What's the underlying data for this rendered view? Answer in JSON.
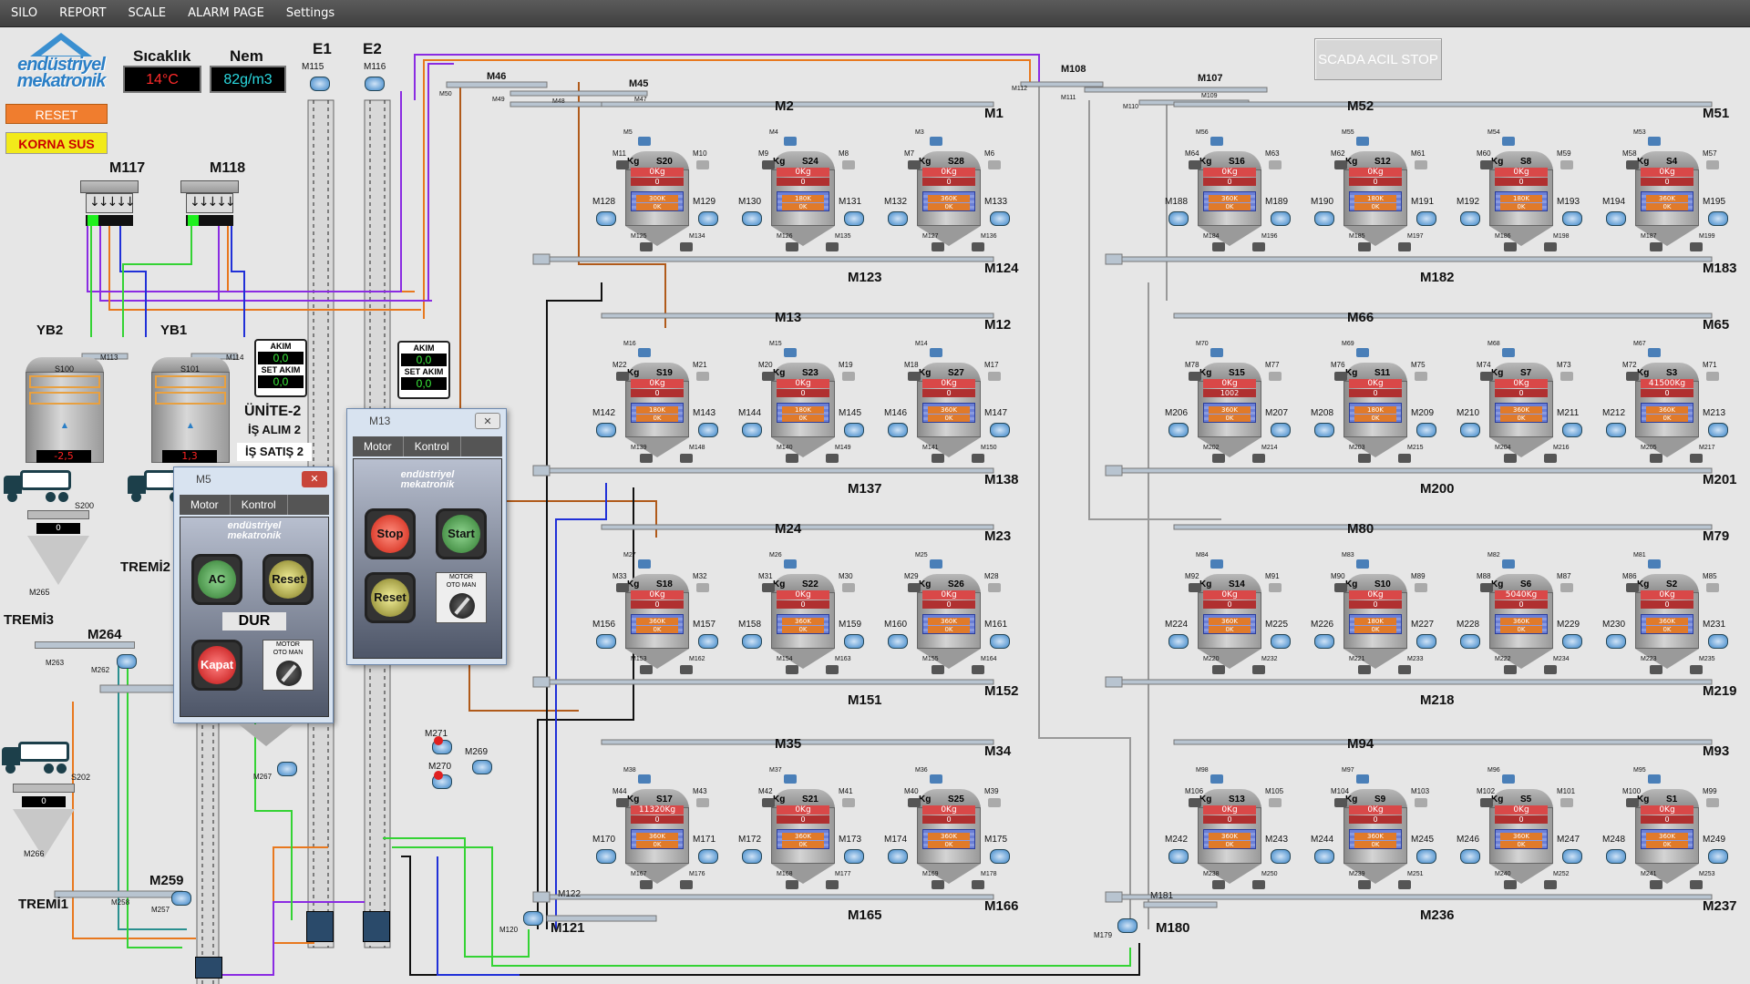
{
  "menu": [
    "SILO",
    "REPORT",
    "SCALE",
    "ALARM PAGE",
    "Settings"
  ],
  "logo": {
    "line1": "endüstriyel",
    "line2": "mekatronik"
  },
  "env": {
    "temp_label": "Sıcaklık",
    "temp_value": "14°C",
    "hum_label": "Nem",
    "hum_value": "82g/m3"
  },
  "buttons": {
    "reset": "RESET",
    "horn": "KORNA SUS",
    "scada_stop": "SCADA ACIL STOP"
  },
  "colors": {
    "purple": "#8a2be2",
    "orange": "#e8781e",
    "green": "#34d334",
    "blue": "#2030d8",
    "black": "#111111",
    "teal": "#2a9090",
    "gray": "#999999",
    "brown": "#b05a1a"
  },
  "elevators": {
    "e1": "E1",
    "e2": "E2",
    "m115": "M115",
    "m116": "M116"
  },
  "top_feed": {
    "m117": "M117",
    "m118": "M118"
  },
  "yb": [
    {
      "name": "YB2",
      "silo": "S100",
      "value": "-2,5",
      "motor": "M113"
    },
    {
      "name": "YB1",
      "silo": "S101",
      "value": "1,3",
      "motor": "M114"
    }
  ],
  "akim1": {
    "title": "AKIM",
    "value": "0,0",
    "set_title": "SET AKIM",
    "set_value": "0,0"
  },
  "akim2": {
    "title": "AKIM",
    "value": "0,0",
    "set_title": "SET AKIM",
    "set_value": "0,0"
  },
  "unite": {
    "title": "ÜNİTE-2",
    "alim": "İŞ ALIM 2",
    "satis": "İŞ SATIŞ 2"
  },
  "tremi": {
    "t1": "TREMİ1",
    "t2": "TREMİ2",
    "t3": "TREMİ3",
    "s200": "S200",
    "s202": "S202",
    "m265": "M265",
    "m266": "M266",
    "hopper_val": "0"
  },
  "conveyors_left": {
    "m264": "M264",
    "m263": "M263",
    "m262": "M262",
    "m259": "M259",
    "m258": "M258",
    "m257": "M257",
    "m267": "M267"
  },
  "misc": {
    "m271": "M271",
    "m269": "M269",
    "m270": "M270",
    "m120": "M120",
    "m121": "M121",
    "m122": "M122",
    "m179": "M179",
    "m180": "M180",
    "m181": "M181"
  },
  "top_line": {
    "m46": "M46",
    "m45": "M45",
    "m50": "M50",
    "m49": "M49",
    "m48": "M48",
    "m47": "M47",
    "m108": "M108",
    "m107": "M107",
    "m112": "M112",
    "m111": "M111",
    "m110": "M110",
    "m109": "M109"
  },
  "dialog_m5": {
    "title": "M5",
    "tab1": "Motor",
    "tab2": "Kontrol",
    "ac": "AC",
    "reset": "Reset",
    "state": "DUR",
    "kapat": "Kapat",
    "sel_title": "MOTOR",
    "oto": "OTO",
    "man": "MAN",
    "logo1": "endüstriyel",
    "logo2": "mekatronik",
    "close": "✕"
  },
  "dialog_m13": {
    "title": "M13",
    "tab1": "Motor",
    "tab2": "Kontrol",
    "stop": "Stop",
    "start": "Start",
    "reset": "Reset",
    "sel_title": "MOTOR",
    "oto": "OTO",
    "man": "MAN",
    "logo1": "endüstriyel",
    "logo2": "mekatronik",
    "close": "✕"
  },
  "kg_label": "Kg",
  "silos": [
    {
      "s": "S20",
      "w": "0Kg",
      "z": "0",
      "c": "300K",
      "c2": "0K",
      "ml": "M128",
      "mr": "M129",
      "tl": "M11",
      "tr": "M10",
      "bl": "M125",
      "br": "M134"
    },
    {
      "s": "S24",
      "w": "0Kg",
      "z": "0",
      "c": "180K",
      "c2": "0K",
      "ml": "M130",
      "mr": "M131",
      "tl": "M9",
      "tr": "M8",
      "bl": "M126",
      "br": "M135"
    },
    {
      "s": "S28",
      "w": "0Kg",
      "z": "0",
      "c": "360K",
      "c2": "0K",
      "ml": "M132",
      "mr": "M133",
      "tl": "M7",
      "tr": "M6",
      "bl": "M127",
      "br": "M136"
    },
    {
      "s": "S16",
      "w": "0Kg",
      "z": "0",
      "c": "360K",
      "c2": "0K",
      "ml": "M188",
      "mr": "M189",
      "tl": "M64",
      "tr": "M63",
      "bl": "M184",
      "br": "M196"
    },
    {
      "s": "S12",
      "w": "0Kg",
      "z": "0",
      "c": "180K",
      "c2": "0K",
      "ml": "M190",
      "mr": "M191",
      "tl": "M62",
      "tr": "M61",
      "bl": "M185",
      "br": "M197"
    },
    {
      "s": "S8",
      "w": "0Kg",
      "z": "0",
      "c": "180K",
      "c2": "0K",
      "ml": "M192",
      "mr": "M193",
      "tl": "M60",
      "tr": "M59",
      "bl": "M186",
      "br": "M198"
    },
    {
      "s": "S4",
      "w": "0Kg",
      "z": "0",
      "c": "360K",
      "c2": "0K",
      "ml": "M194",
      "mr": "M195",
      "tl": "M58",
      "tr": "M57",
      "bl": "M187",
      "br": "M199"
    },
    {
      "s": "S19",
      "w": "0Kg",
      "z": "0",
      "c": "180K",
      "c2": "0K",
      "ml": "M142",
      "mr": "M143",
      "tl": "M22",
      "tr": "M21",
      "bl": "M139",
      "br": "M148"
    },
    {
      "s": "S23",
      "w": "0Kg",
      "z": "0",
      "c": "180K",
      "c2": "0K",
      "ml": "M144",
      "mr": "M145",
      "tl": "M20",
      "tr": "M19",
      "bl": "M140",
      "br": "M149"
    },
    {
      "s": "S27",
      "w": "0Kg",
      "z": "0",
      "c": "360K",
      "c2": "0K",
      "ml": "M146",
      "mr": "M147",
      "tl": "M18",
      "tr": "M17",
      "bl": "M141",
      "br": "M150"
    },
    {
      "s": "S15",
      "w": "0Kg",
      "z": "1002",
      "c": "360K",
      "c2": "0K",
      "ml": "M206",
      "mr": "M207",
      "tl": "M78",
      "tr": "M77",
      "bl": "M202",
      "br": "M214"
    },
    {
      "s": "S11",
      "w": "0Kg",
      "z": "0",
      "c": "180K",
      "c2": "0K",
      "ml": "M208",
      "mr": "M209",
      "tl": "M76",
      "tr": "M75",
      "bl": "M203",
      "br": "M215"
    },
    {
      "s": "S7",
      "w": "0Kg",
      "z": "0",
      "c": "360K",
      "c2": "0K",
      "ml": "M210",
      "mr": "M211",
      "tl": "M74",
      "tr": "M73",
      "bl": "M204",
      "br": "M216"
    },
    {
      "s": "S3",
      "w": "41500Kg",
      "z": "0",
      "c": "360K",
      "c2": "0K",
      "ml": "M212",
      "mr": "M213",
      "tl": "M72",
      "tr": "M71",
      "bl": "M205",
      "br": "M217"
    },
    {
      "s": "S18",
      "w": "0Kg",
      "z": "0",
      "c": "360K",
      "c2": "0K",
      "ml": "M156",
      "mr": "M157",
      "tl": "M33",
      "tr": "M32",
      "bl": "M153",
      "br": "M162"
    },
    {
      "s": "S22",
      "w": "0Kg",
      "z": "0",
      "c": "360K",
      "c2": "0K",
      "ml": "M158",
      "mr": "M159",
      "tl": "M31",
      "tr": "M30",
      "bl": "M154",
      "br": "M163"
    },
    {
      "s": "S26",
      "w": "0Kg",
      "z": "0",
      "c": "360K",
      "c2": "0K",
      "ml": "M160",
      "mr": "M161",
      "tl": "M29",
      "tr": "M28",
      "bl": "M155",
      "br": "M164"
    },
    {
      "s": "S14",
      "w": "0Kg",
      "z": "0",
      "c": "360K",
      "c2": "0K",
      "ml": "M224",
      "mr": "M225",
      "tl": "M92",
      "tr": "M91",
      "bl": "M220",
      "br": "M232"
    },
    {
      "s": "S10",
      "w": "0Kg",
      "z": "0",
      "c": "180K",
      "c2": "0K",
      "ml": "M226",
      "mr": "M227",
      "tl": "M90",
      "tr": "M89",
      "bl": "M221",
      "br": "M233"
    },
    {
      "s": "S6",
      "w": "5040Kg",
      "z": "0",
      "c": "360K",
      "c2": "0K",
      "ml": "M228",
      "mr": "M229",
      "tl": "M88",
      "tr": "M87",
      "bl": "M222",
      "br": "M234"
    },
    {
      "s": "S2",
      "w": "0Kg",
      "z": "0",
      "c": "360K",
      "c2": "0K",
      "ml": "M230",
      "mr": "M231",
      "tl": "M86",
      "tr": "M85",
      "bl": "M223",
      "br": "M235"
    },
    {
      "s": "S17",
      "w": "11320Kg",
      "z": "0",
      "c": "360K",
      "c2": "0K",
      "ml": "M170",
      "mr": "M171",
      "tl": "M44",
      "tr": "M43",
      "bl": "M167",
      "br": "M176"
    },
    {
      "s": "S21",
      "w": "0Kg",
      "z": "0",
      "c": "360K",
      "c2": "0K",
      "ml": "M172",
      "mr": "M173",
      "tl": "M42",
      "tr": "M41",
      "bl": "M168",
      "br": "M177"
    },
    {
      "s": "S25",
      "w": "0Kg",
      "z": "0",
      "c": "360K",
      "c2": "0K",
      "ml": "M174",
      "mr": "M175",
      "tl": "M40",
      "tr": "M39",
      "bl": "M169",
      "br": "M178"
    },
    {
      "s": "S13",
      "w": "0Kg",
      "z": "0",
      "c": "360K",
      "c2": "0K",
      "ml": "M242",
      "mr": "M243",
      "tl": "M106",
      "tr": "M105",
      "bl": "M238",
      "br": "M250"
    },
    {
      "s": "S9",
      "w": "0Kg",
      "z": "0",
      "c": "360K",
      "c2": "0K",
      "ml": "M244",
      "mr": "M245",
      "tl": "M104",
      "tr": "M103",
      "bl": "M239",
      "br": "M251"
    },
    {
      "s": "S5",
      "w": "0Kg",
      "z": "0",
      "c": "360K",
      "c2": "0K",
      "ml": "M246",
      "mr": "M247",
      "tl": "M102",
      "tr": "M101",
      "bl": "M240",
      "br": "M252"
    },
    {
      "s": "S1",
      "w": "0Kg",
      "z": "0",
      "c": "360K",
      "c2": "0K",
      "ml": "M248",
      "mr": "M249",
      "tl": "M100",
      "tr": "M99",
      "bl": "M241",
      "br": "M253"
    }
  ],
  "rows": [
    {
      "top_a": "M2",
      "top_b": "M1",
      "top_small": [
        "M5",
        "M4",
        "M3"
      ],
      "bottom": "M123",
      "bottom2": "M124"
    },
    {
      "top_a": "M52",
      "top_b": "M51",
      "top_small": [
        "M56",
        "M55",
        "M54",
        "M53"
      ],
      "bottom": "M182",
      "bottom2": "M183"
    },
    {
      "top_a": "M13",
      "top_b": "M12",
      "top_small": [
        "M16",
        "M15",
        "M14"
      ],
      "bottom": "M137",
      "bottom2": "M138"
    },
    {
      "top_a": "M66",
      "top_b": "M65",
      "top_small": [
        "M70",
        "M69",
        "M68",
        "M67"
      ],
      "bottom": "M200",
      "bottom2": "M201"
    },
    {
      "top_a": "M24",
      "top_b": "M23",
      "top_small": [
        "M27",
        "M26",
        "M25"
      ],
      "bottom": "M151",
      "bottom2": "M152"
    },
    {
      "top_a": "M80",
      "top_b": "M79",
      "top_small": [
        "M84",
        "M83",
        "M82",
        "M81"
      ],
      "bottom": "M218",
      "bottom2": "M219"
    },
    {
      "top_a": "M35",
      "top_b": "M34",
      "top_small": [
        "M38",
        "M37",
        "M36"
      ],
      "bottom": "M165",
      "bottom2": "M166"
    },
    {
      "top_a": "M94",
      "top_b": "M93",
      "top_small": [
        "M98",
        "M97",
        "M96",
        "M95"
      ],
      "bottom": "M236",
      "bottom2": "M237"
    }
  ]
}
